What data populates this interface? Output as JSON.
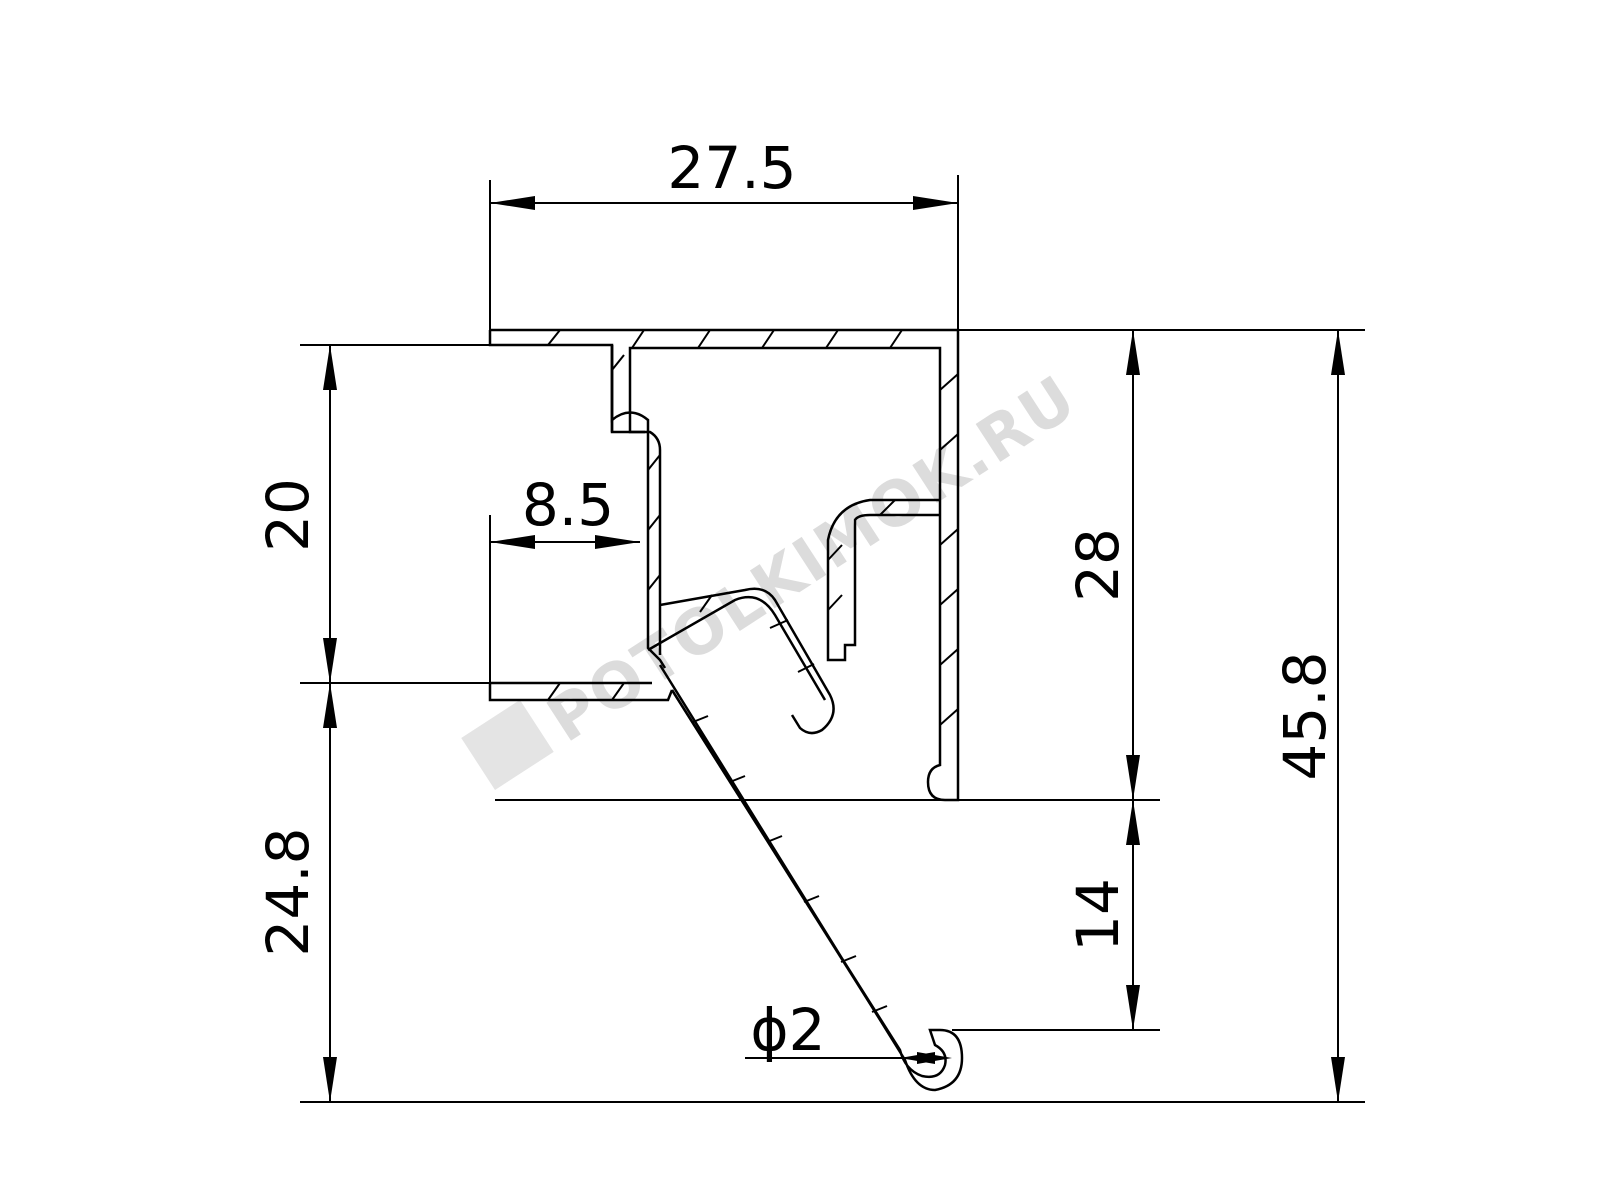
{
  "dimensions": {
    "top_width": "27.5",
    "inner_offset": "8.5",
    "left_height": "20",
    "lower_height": "24.8",
    "profile_height": "28",
    "lip_height": "14",
    "total_height": "45.8",
    "bead_diameter": "ϕ2"
  },
  "watermark": {
    "text": "POTOLKIMOK.RU"
  }
}
